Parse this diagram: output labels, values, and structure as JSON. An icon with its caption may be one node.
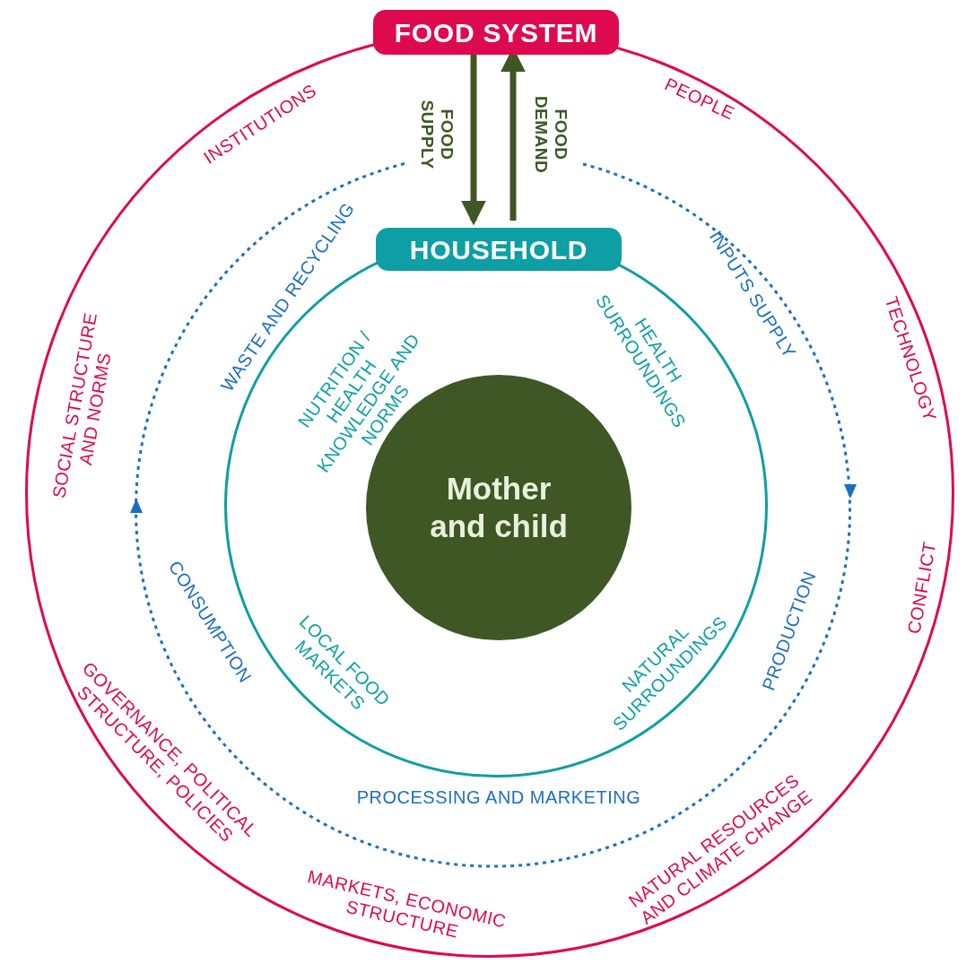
{
  "diagram": {
    "nodes": [
      {
        "text": [
          "FOOD SYSTEM"
        ]
      },
      {
        "text": [
          "HOUSEHOLD"
        ],
        "in": 0
      },
      {
        "text": [
          "Mother and child"
        ],
        "in": 1
      }
    ],
    "edges": [
      {
        "from": 0,
        "to": 1,
        "arrow": "to",
        "label": "FOOD SUPPLY"
      },
      {
        "from": 1,
        "to": 0,
        "arrow": "to",
        "label": "FOOD DEMAND"
      }
    ],
    "labels": [
      "INSTITUTIONS",
      "PEOPLE",
      "SOCIAL STRUCTURE AND NORMS",
      "TECHNOLOGY",
      "CONFLICT",
      "GOVERNANCE, POLITICAL STRUCTURE, POLICIES",
      "MARKETS, ECONOMIC STRUCTURE",
      "NATURAL RESOURCES AND CLIMATE CHANGE",
      "WASTE AND RECYCLING",
      "INPUTS SUPPLY",
      "CONSUMPTION",
      "PRODUCTION",
      "PROCESSING AND MARKETING",
      "NUTRITION / HEALTH KNOWLEDGE AND NORMS",
      "HEALTH SURROUNDINGS",
      "LOCAL FOOD MARKETS",
      "NATURAL SURROUNDINGS"
    ]
  }
}
